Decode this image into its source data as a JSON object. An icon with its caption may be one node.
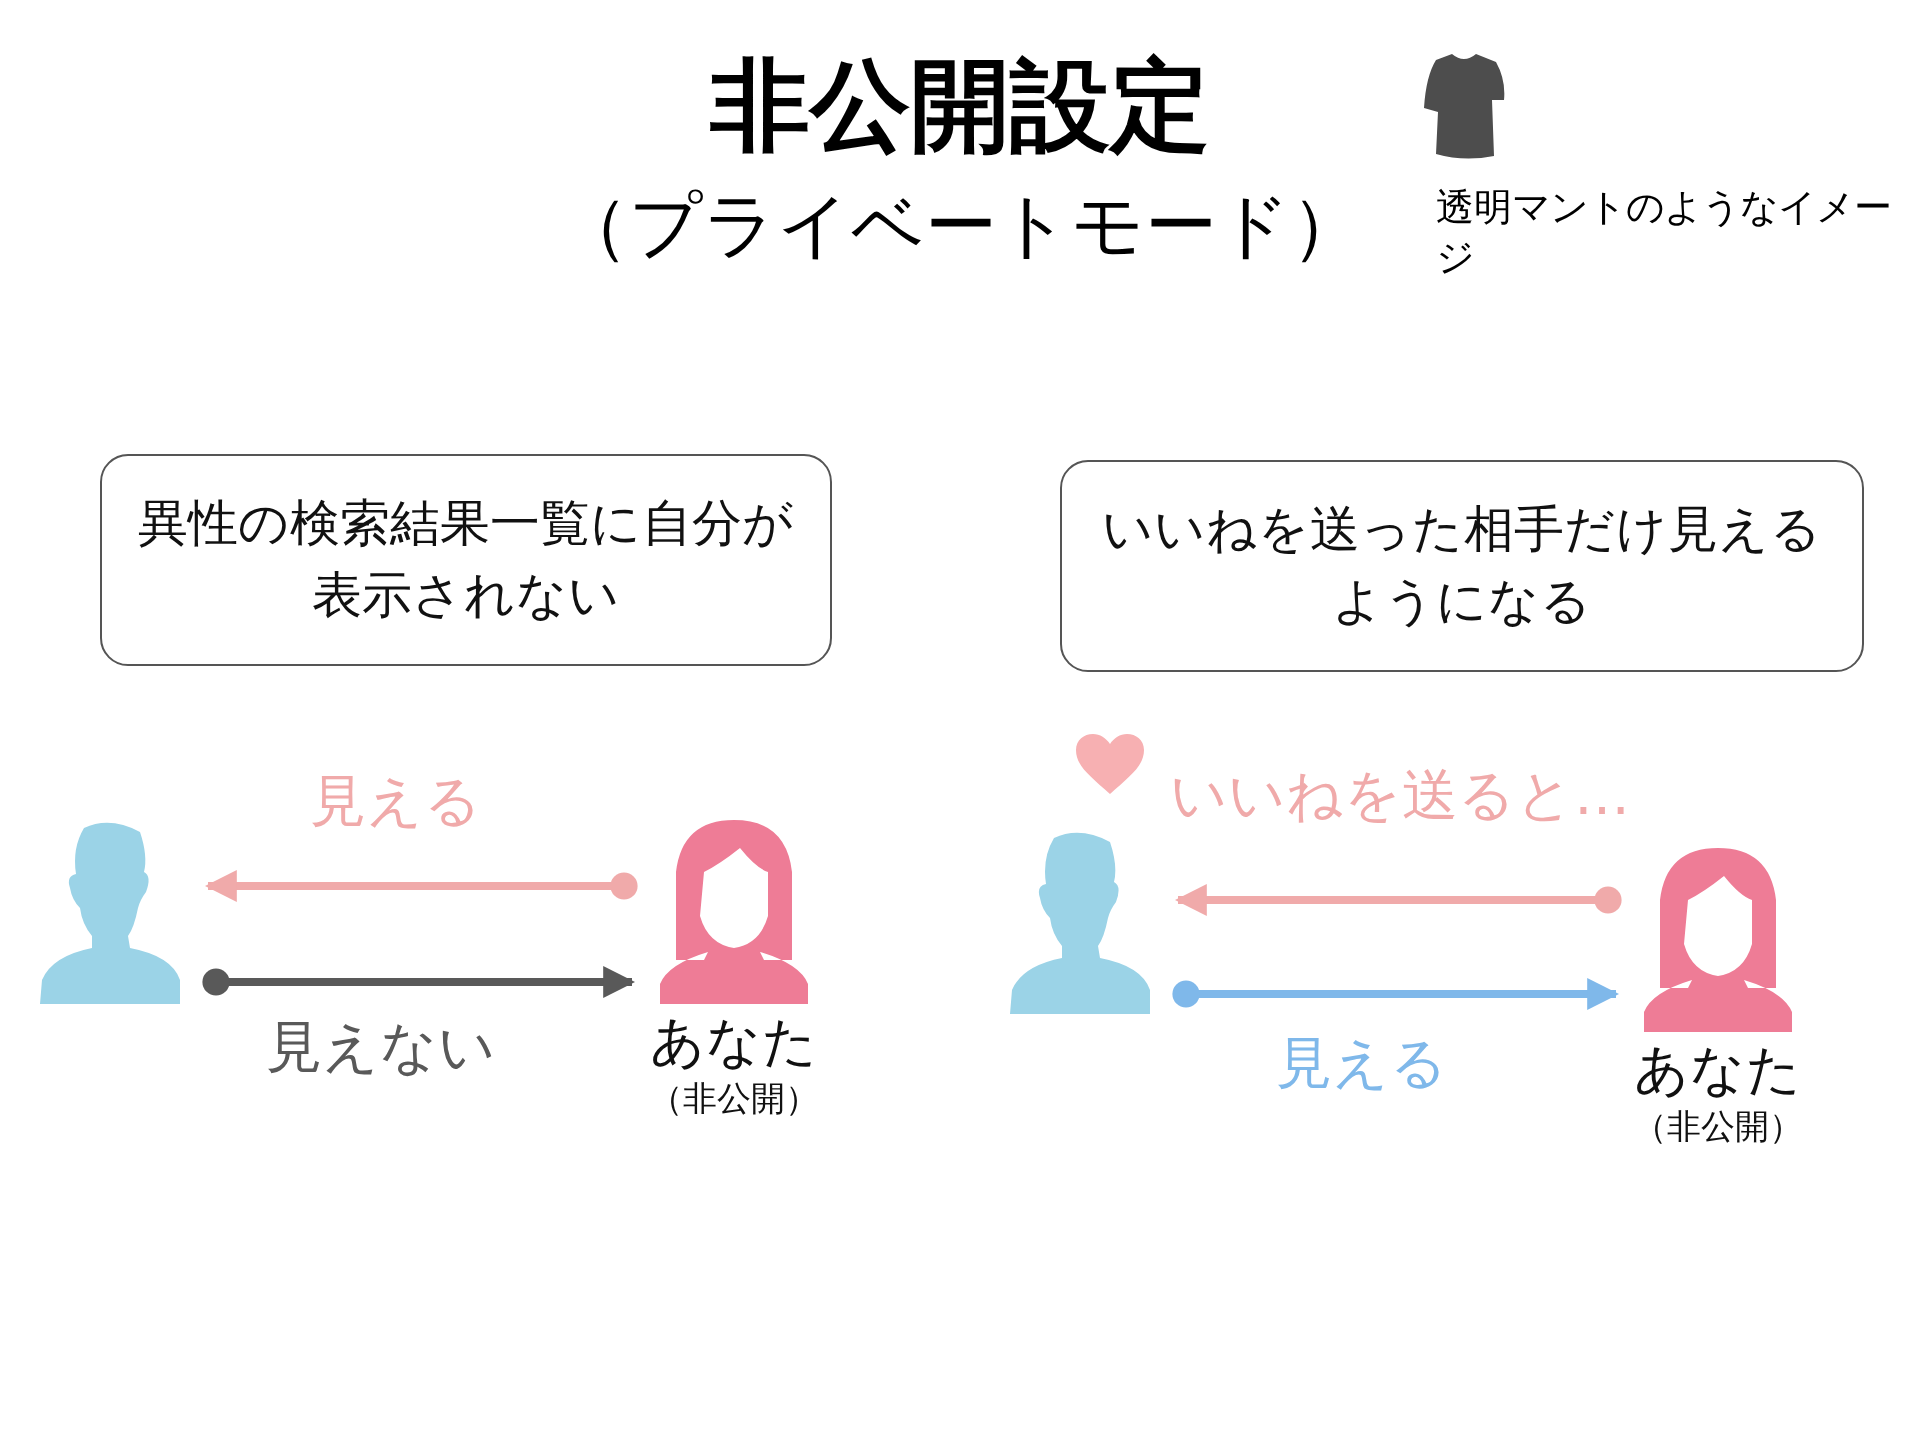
{
  "diagram": {
    "title": "非公開設定",
    "nodes": [
      {
        "text": [
          "異性の検索結果一覧に自分が表示されない"
        ]
      },
      {
        "text": [
          "いいねを送った相手だけ見えるようになる"
        ]
      },
      {
        "text": [],
        "shape": "person"
      },
      {
        "text": [],
        "shape": "person",
        "beside": [
          "あなた",
          "（非公開）"
        ]
      },
      {
        "text": [],
        "shape": "person"
      },
      {
        "text": [],
        "shape": "person",
        "beside": [
          "あなた",
          "（非公開）"
        ]
      }
    ],
    "edges": [
      {
        "from": 3,
        "to": 2,
        "arrow": "to",
        "label": "見える",
        "color": "#f0aaaa"
      },
      {
        "from": 2,
        "to": 3,
        "arrow": "to",
        "label": "見えない",
        "color": "#595959"
      },
      {
        "from": 5,
        "to": 4,
        "arrow": "to",
        "label": "いいねを送ると…",
        "color": "#f0aaaa"
      },
      {
        "from": 4,
        "to": 5,
        "arrow": "to",
        "label": "見える",
        "color": "#7fb8ea"
      }
    ],
    "labels": [
      "（プライベートモード）",
      "透明マントのようなイメージ"
    ]
  }
}
